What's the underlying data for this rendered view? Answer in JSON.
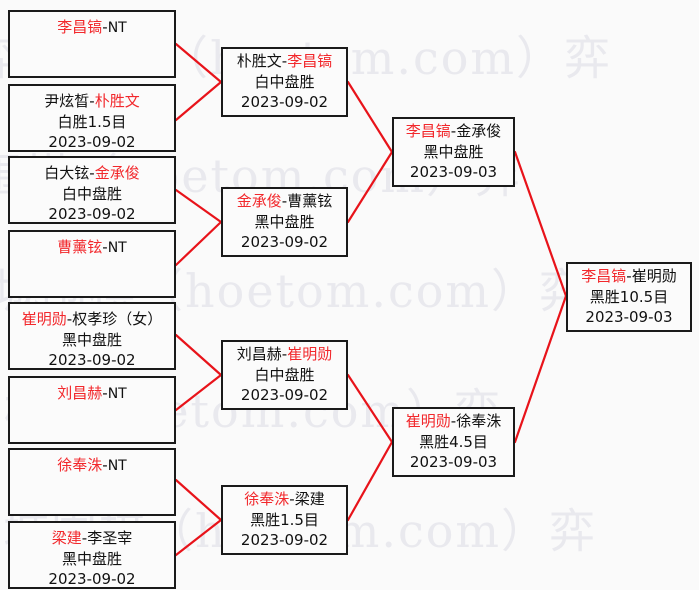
{
  "meta": {
    "title": "围棋比赛对阵表",
    "accent_red": "#f2282c",
    "text_black": "#111111",
    "box_border": "#1a1a1a",
    "background": "#fafafa",
    "watermark_color": "#e9e9ee"
  },
  "watermark": {
    "text": "弈城围棋（hoetom.com）弈",
    "rows": [
      "弈城围棋（hoetom.com）弈",
      "弈城围棋（hoetom.com）弈",
      "弈城围棋（hoetom.com）弈",
      "弈城围棋（hoetom.com）弈",
      "弈城围棋（hoetom.com）弈"
    ]
  },
  "rounds": [
    {
      "name": "round-1",
      "matches": [
        {
          "id": "r1m1",
          "left_player": "李昌镐",
          "left_color": "red",
          "right_player": "NT",
          "right_color": "black",
          "separator": "-",
          "result": "",
          "date": ""
        },
        {
          "id": "r1m2",
          "left_player": "尹炫晳",
          "left_color": "black",
          "right_player": "朴胜文",
          "right_color": "red",
          "separator": "-",
          "result": "白胜1.5目",
          "date": "2023-09-02"
        },
        {
          "id": "r1m3",
          "left_player": "白大铉",
          "left_color": "black",
          "right_player": "金承俊",
          "right_color": "red",
          "separator": "-",
          "result": "白中盘胜",
          "date": "2023-09-02"
        },
        {
          "id": "r1m4",
          "left_player": "曹薰铉",
          "left_color": "red",
          "right_player": "NT",
          "right_color": "black",
          "separator": "-",
          "result": "",
          "date": ""
        },
        {
          "id": "r1m5",
          "left_player": "崔明勋",
          "left_color": "red",
          "right_player": "权孝珍（女）",
          "right_color": "black",
          "separator": "-",
          "result": "黑中盘胜",
          "date": "2023-09-02"
        },
        {
          "id": "r1m6",
          "left_player": "刘昌赫",
          "left_color": "red",
          "right_player": "NT",
          "right_color": "black",
          "separator": "-",
          "result": "",
          "date": ""
        },
        {
          "id": "r1m7",
          "left_player": "徐奉洙",
          "left_color": "red",
          "right_player": "NT",
          "right_color": "black",
          "separator": "-",
          "result": "",
          "date": ""
        },
        {
          "id": "r1m8",
          "left_player": "梁建",
          "left_color": "red",
          "right_player": "李圣宰",
          "right_color": "black",
          "separator": "-",
          "result": "黑中盘胜",
          "date": "2023-09-02"
        }
      ]
    },
    {
      "name": "round-2",
      "matches": [
        {
          "id": "r2m1",
          "left_player": "朴胜文",
          "left_color": "black",
          "right_player": "李昌镐",
          "right_color": "red",
          "separator": "-",
          "result": "白中盘胜",
          "date": "2023-09-02"
        },
        {
          "id": "r2m2",
          "left_player": "金承俊",
          "left_color": "red",
          "right_player": "曹薰铉",
          "right_color": "black",
          "separator": "-",
          "result": "黑中盘胜",
          "date": "2023-09-02"
        },
        {
          "id": "r2m3",
          "left_player": "刘昌赫",
          "left_color": "black",
          "right_player": "崔明勋",
          "right_color": "red",
          "separator": "-",
          "result": "白中盘胜",
          "date": "2023-09-02"
        },
        {
          "id": "r2m4",
          "left_player": "徐奉洙",
          "left_color": "red",
          "right_player": "梁建",
          "right_color": "black",
          "separator": "-",
          "result": "黑胜1.5目",
          "date": "2023-09-02"
        }
      ]
    },
    {
      "name": "round-3",
      "matches": [
        {
          "id": "r3m1",
          "left_player": "李昌镐",
          "left_color": "red",
          "right_player": "金承俊",
          "right_color": "black",
          "separator": "-",
          "result": "黑中盘胜",
          "date": "2023-09-03"
        },
        {
          "id": "r3m2",
          "left_player": "崔明勋",
          "left_color": "red",
          "right_player": "徐奉洙",
          "right_color": "black",
          "separator": "-",
          "result": "黑胜4.5目",
          "date": "2023-09-03"
        }
      ]
    },
    {
      "name": "round-4-final",
      "matches": [
        {
          "id": "r4m1",
          "left_player": "李昌镐",
          "left_color": "red",
          "right_player": "崔明勋",
          "right_color": "black",
          "separator": "-",
          "result": "黑胜10.5目",
          "date": "2023-09-03"
        }
      ]
    }
  ]
}
